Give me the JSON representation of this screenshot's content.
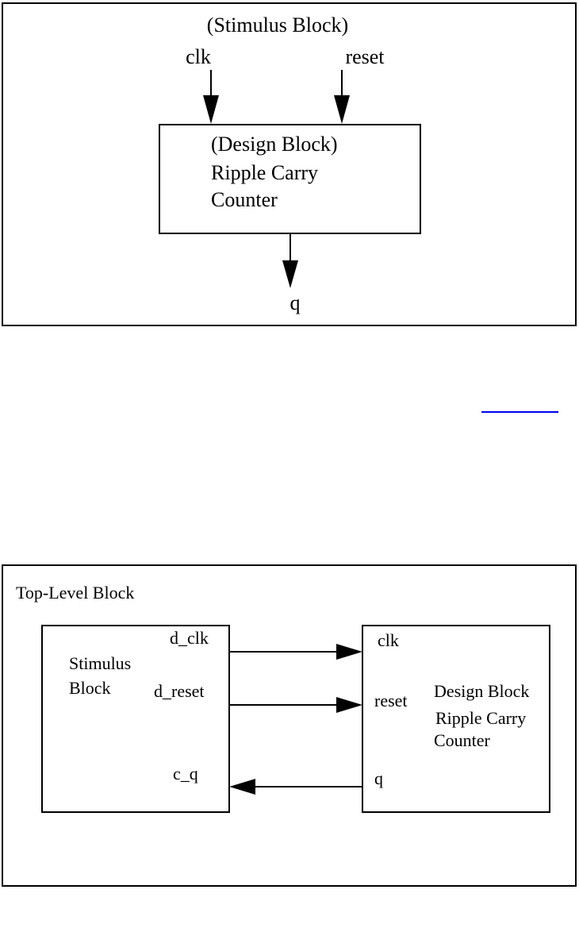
{
  "figure1": {
    "stimulus_label": "(Stimulus Block)",
    "clk_label": "clk",
    "reset_label": "reset",
    "design_block_lines": [
      "(Design Block)",
      "Ripple Carry",
      "Counter"
    ],
    "output_label": "q"
  },
  "figure2": {
    "top_level_label": "Top-Level Block",
    "stimulus_block_lines": [
      "Stimulus",
      "Block"
    ],
    "stimulus_ports": {
      "d_clk": "d_clk",
      "d_reset": "d_reset",
      "c_q": "c_q"
    },
    "design_ports": {
      "clk": "clk",
      "reset": "reset",
      "q": "q"
    },
    "design_block_lines": [
      "Design Block",
      "Ripple Carry",
      "Counter"
    ]
  },
  "colors": {
    "ink": "#000000",
    "link": "#0000ee",
    "background": "#ffffff"
  }
}
